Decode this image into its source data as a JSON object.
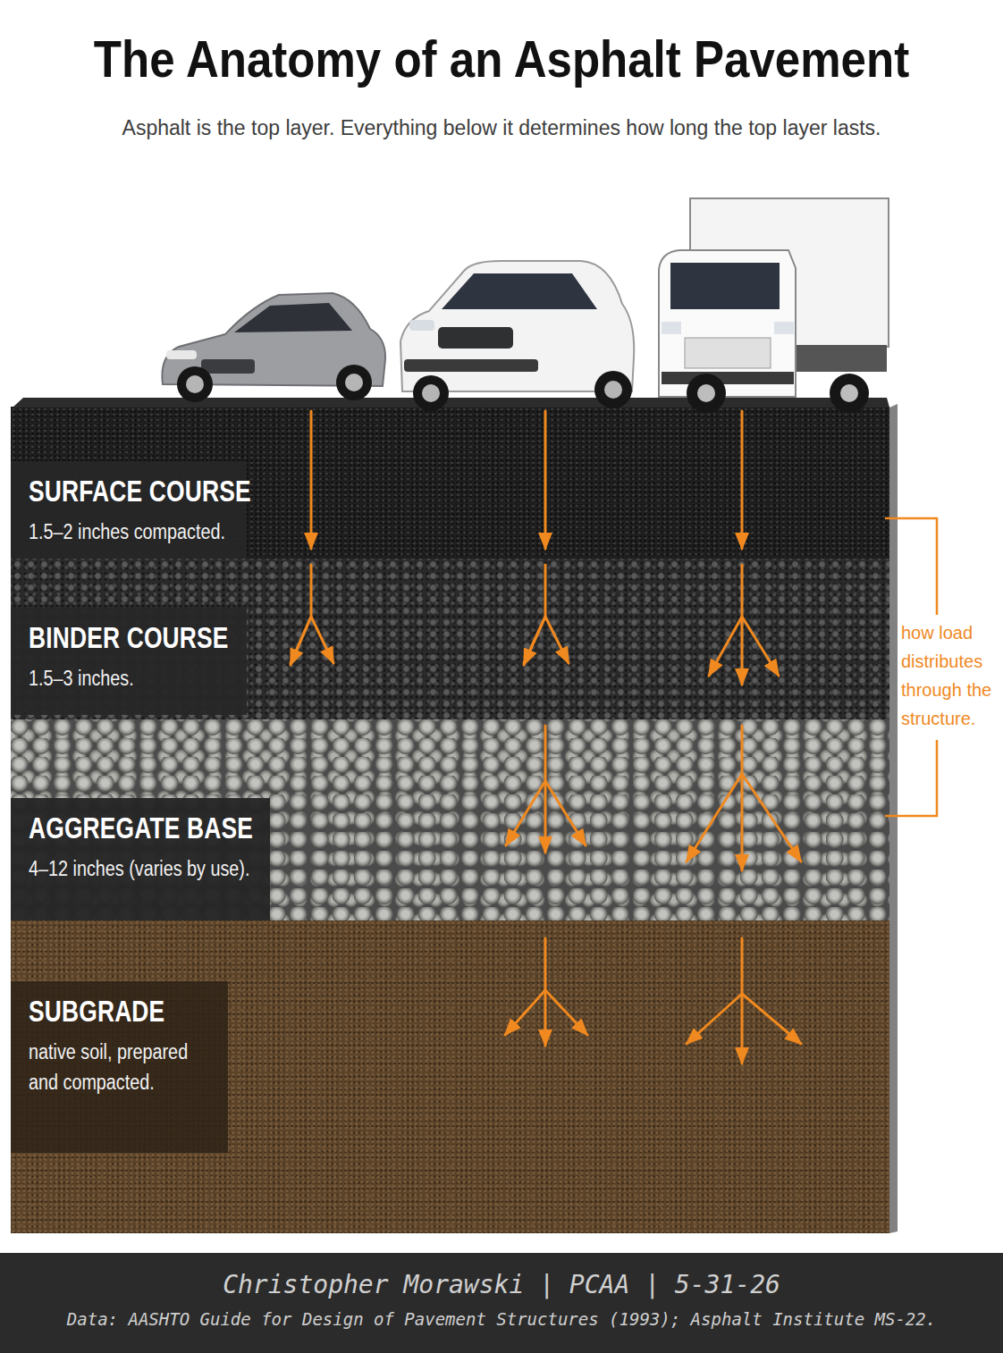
{
  "diagram": {
    "title": "The Anatomy of an Asphalt Pavement",
    "nodes": [
      {
        "text": [
          "SURFACE COURSE",
          "1.5–2 inches compacted."
        ]
      },
      {
        "text": [
          "BINDER COURSE",
          "1.5–3 inches."
        ]
      },
      {
        "text": [
          "AGGREGATE BASE",
          "4–12 inches (varies by use)."
        ]
      },
      {
        "text": [
          "SUBGRADE",
          "native soil, prepared and compacted."
        ]
      }
    ],
    "labels": [
      "Asphalt is the top layer. Everything below it determines how long the top layer lasts.",
      "how load distributes through the structure.",
      "Christopher Morawski | PCAA | 5-31-26",
      "Data: AASHTO Guide for Design of Pavement Structures (1993); Asphalt Institute MS-22."
    ]
  }
}
